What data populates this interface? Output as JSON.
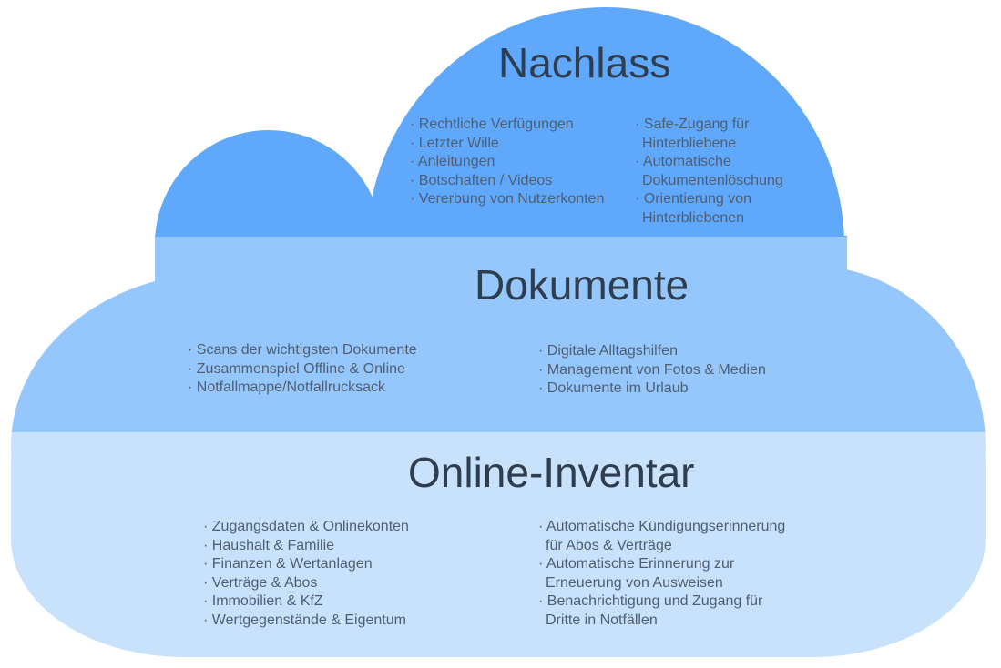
{
  "colors": {
    "nachlass": "#5fa8fc",
    "dokumente": "#96c7fc",
    "online_inventar": "#c9e2fc",
    "title": "#2f3e4e",
    "text": "#4f5f70"
  },
  "sections": {
    "nachlass": {
      "title": "Nachlass",
      "left": [
        "· Rechtliche Verfügungen",
        "· Letzter Wille",
        "· Anleitungen",
        "· Botschaften / Videos",
        "· Vererbung von Nutzerkonten"
      ],
      "right": [
        [
          "· Safe-Zugang für",
          "Hinterbliebene"
        ],
        [
          "· Automatische",
          "Dokumentenlöschung"
        ],
        [
          "· Orientierung von",
          "Hinterbliebenen"
        ]
      ]
    },
    "dokumente": {
      "title": "Dokumente",
      "left": [
        "· Scans der wichtigsten Dokumente",
        "· Zusammenspiel Offline & Online",
        "· Notfallmappe/Notfallrucksack"
      ],
      "right": [
        "· Digitale Alltagshilfen",
        "· Management von Fotos & Medien",
        "· Dokumente im Urlaub"
      ]
    },
    "online_inventar": {
      "title": "Online-Inventar",
      "left": [
        "· Zugangsdaten & Onlinekonten",
        "· Haushalt & Familie",
        "· Finanzen & Wertanlagen",
        "· Verträge & Abos",
        "· Immobilien & KfZ",
        "· Wertgegenstände & Eigentum"
      ],
      "right": [
        [
          "· Automatische Kündigungserinnerung",
          "für Abos & Verträge"
        ],
        [
          "· Automatische Erinnerung zur",
          "Erneuerung von Ausweisen"
        ],
        [
          "· Benachrichtigung und Zugang für",
          "Dritte in Notfällen"
        ]
      ]
    }
  }
}
